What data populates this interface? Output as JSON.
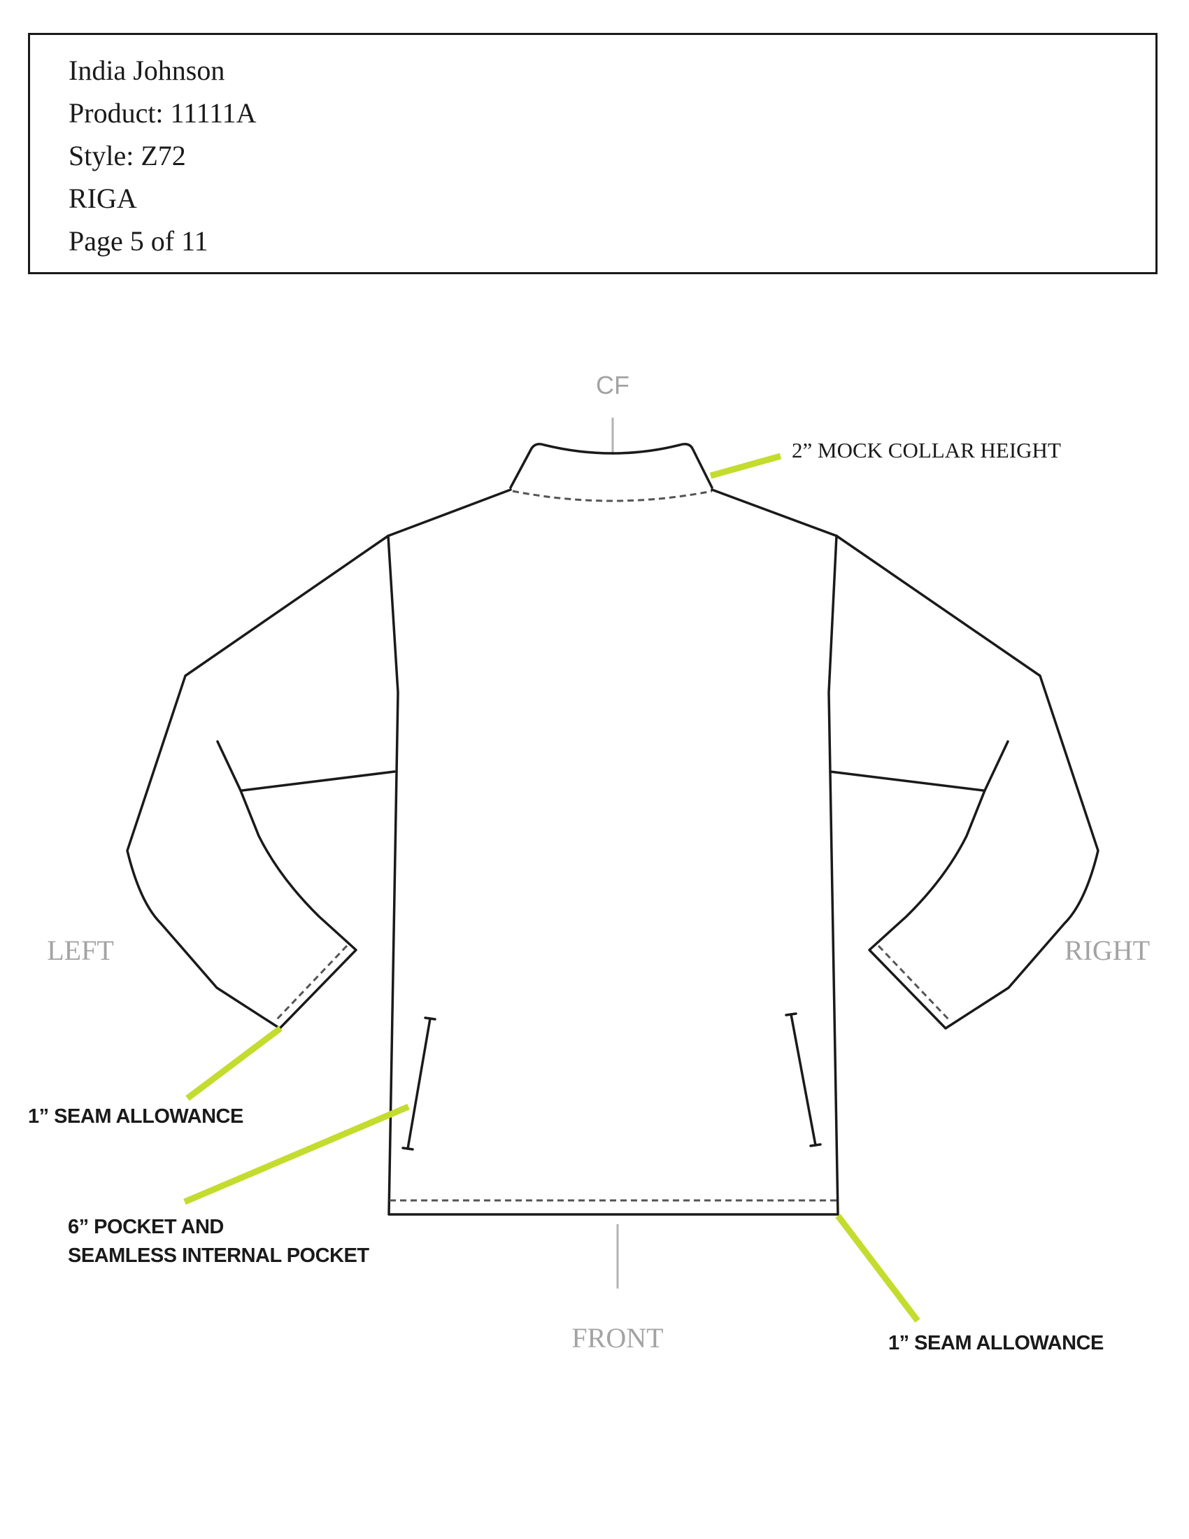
{
  "header": {
    "designer": "India Johnson",
    "product": "Product: 11111A",
    "style": "Style: Z72",
    "name": "RIGA",
    "page": "Page 5 of 11"
  },
  "labels": {
    "cf": "CF",
    "left": "LEFT",
    "right": "RIGHT",
    "front": "FRONT"
  },
  "callouts": {
    "collar": "2” MOCK COLLAR HEIGHT",
    "cuff_seam": "1” SEAM ALLOWANCE",
    "pocket_line1": "6” POCKET AND",
    "pocket_line2": "SEAMLESS INTERNAL POCKET",
    "hem_seam": "1” SEAM ALLOWANCE"
  },
  "colors": {
    "leader": "#c4dc2e",
    "guide_text": "#a3a3a3",
    "outline": "#1a1a1a"
  }
}
